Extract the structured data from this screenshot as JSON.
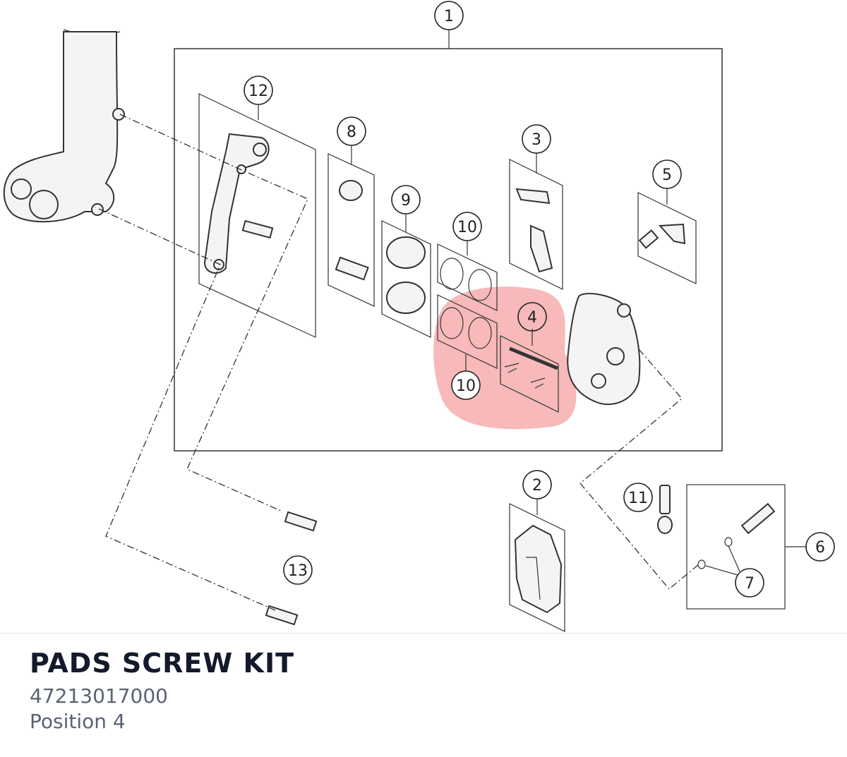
{
  "callouts": [
    "1",
    "2",
    "3",
    "4",
    "5",
    "6",
    "7",
    "8",
    "9",
    "10",
    "10",
    "11",
    "12",
    "13"
  ],
  "highlight_color": "#f08080",
  "footer": {
    "title": "PADS SCREW KIT",
    "part_number": "47213017000",
    "position": "Position 4"
  }
}
